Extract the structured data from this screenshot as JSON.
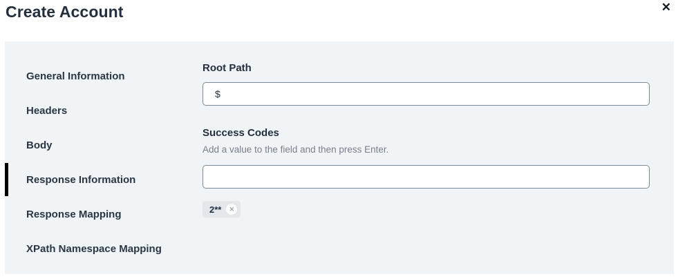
{
  "header": {
    "title": "Create Account",
    "close_icon": "✕"
  },
  "sidebar": {
    "items": [
      {
        "label": "General Information",
        "selected": false
      },
      {
        "label": "Headers",
        "selected": false
      },
      {
        "label": "Body",
        "selected": false
      },
      {
        "label": "Response Information",
        "selected": true
      },
      {
        "label": "Response Mapping",
        "selected": false
      },
      {
        "label": "XPath Namespace Mapping",
        "selected": false
      }
    ]
  },
  "form": {
    "root_path": {
      "label": "Root Path",
      "value": "$"
    },
    "success_codes": {
      "label": "Success Codes",
      "helper": "Add a value to the field and then press Enter.",
      "value": "",
      "chips": [
        {
          "label": "2**",
          "remove_icon": "✕"
        }
      ]
    }
  },
  "colors": {
    "panel_bg": "#f1f4f7",
    "input_border": "#7b8899",
    "text_dark": "#232f3e",
    "helper_text": "#767f88",
    "chip_bg": "#e3e6ea",
    "selected_indicator": "#000000"
  }
}
